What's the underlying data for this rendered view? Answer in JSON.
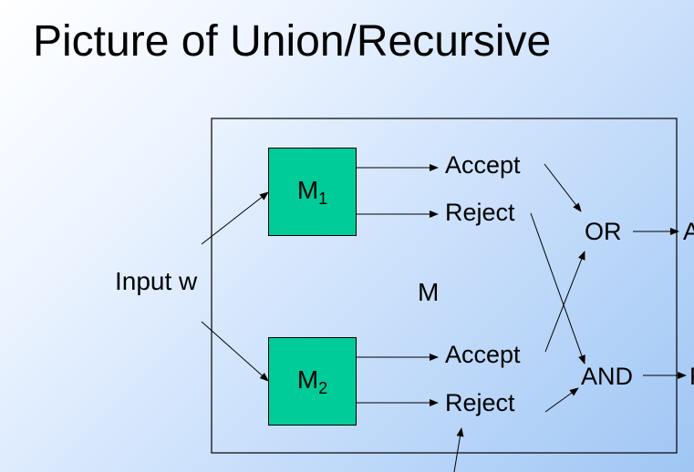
{
  "slide": {
    "title": "Picture of Union/Recursive",
    "input_label": "Input w",
    "machine_label": "M",
    "machine1": {
      "name": "M",
      "sub": "1"
    },
    "machine2": {
      "name": "M",
      "sub": "2"
    },
    "m1_accept": "Accept",
    "m1_reject": "Reject",
    "m2_accept": "Accept",
    "m2_reject": "Reject",
    "or_gate": "OR",
    "and_gate": "AND",
    "or_output": "A",
    "and_output": "R"
  }
}
